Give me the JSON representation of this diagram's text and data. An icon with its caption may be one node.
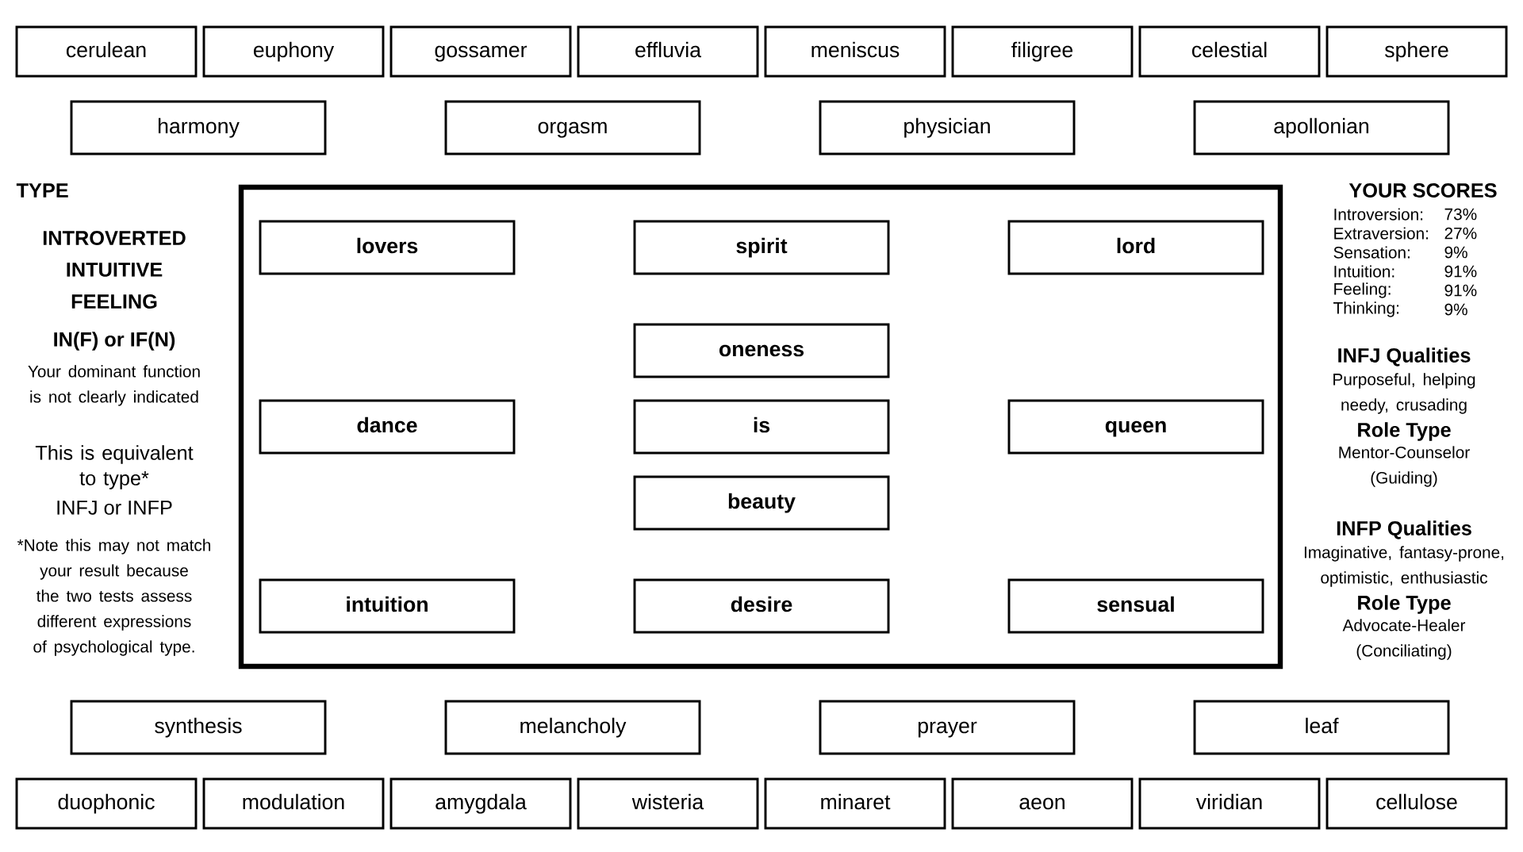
{
  "diagram": {
    "nodes": [
      {
        "text": [
          "cerulean"
        ]
      },
      {
        "text": [
          "euphony"
        ]
      },
      {
        "text": [
          "gossamer"
        ]
      },
      {
        "text": [
          "effluvia"
        ]
      },
      {
        "text": [
          "meniscus"
        ]
      },
      {
        "text": [
          "filigree"
        ]
      },
      {
        "text": [
          "celestial"
        ]
      },
      {
        "text": [
          "sphere"
        ]
      },
      {
        "text": [
          "harmony"
        ]
      },
      {
        "text": [
          "orgasm"
        ]
      },
      {
        "text": [
          "physician"
        ]
      },
      {
        "text": [
          "apollonian"
        ]
      },
      {
        "text": [],
        "shape": "box"
      },
      {
        "text": [
          "lovers"
        ],
        "in": 12
      },
      {
        "text": [
          "spirit"
        ],
        "in": 12
      },
      {
        "text": [
          "lord"
        ],
        "in": 12
      },
      {
        "text": [
          "oneness"
        ],
        "in": 12
      },
      {
        "text": [
          "dance"
        ],
        "in": 12
      },
      {
        "text": [
          "is"
        ],
        "in": 12
      },
      {
        "text": [
          "queen"
        ],
        "in": 12
      },
      {
        "text": [
          "beauty"
        ],
        "in": 12
      },
      {
        "text": [
          "intuition"
        ],
        "in": 12
      },
      {
        "text": [
          "desire"
        ],
        "in": 12
      },
      {
        "text": [
          "sensual"
        ],
        "in": 12
      },
      {
        "text": [
          "synthesis"
        ]
      },
      {
        "text": [
          "melancholy"
        ]
      },
      {
        "text": [
          "prayer"
        ]
      },
      {
        "text": [
          "leaf"
        ]
      },
      {
        "text": [
          "duophonic"
        ]
      },
      {
        "text": [
          "modulation"
        ]
      },
      {
        "text": [
          "amygdala"
        ]
      },
      {
        "text": [
          "wisteria"
        ]
      },
      {
        "text": [
          "minaret"
        ]
      },
      {
        "text": [
          "aeon"
        ]
      },
      {
        "text": [
          "viridian"
        ]
      },
      {
        "text": [
          "cellulose"
        ]
      }
    ],
    "labels": [
      "TYPE",
      "INTROVERTED",
      "INTUITIVE",
      "FEELING",
      "IN(F) or IF(N)",
      "Your dominant function is not clearly indicated",
      "This is equivalent to type*",
      "INFJ or INFP",
      "*Note this may not match your result because the two tests assess different expressions of psychological type.",
      "YOUR SCORES",
      "Introversion:",
      "73%",
      "Extraversion:",
      "27%",
      "Sensation:",
      "9%",
      "Intuition:",
      "91%",
      "Feeling:",
      "91%",
      "Thinking:",
      "9%",
      "INFJ Qualities",
      "Purposeful, helping needy, crusading",
      "Role Type",
      "Mentor-Counselor (Guiding)",
      "INFP Qualities",
      "Imaginative, fantasy-prone, optimistic, enthusiastic",
      "Role Type",
      "Advocate-Healer (Conciliating)"
    ]
  }
}
